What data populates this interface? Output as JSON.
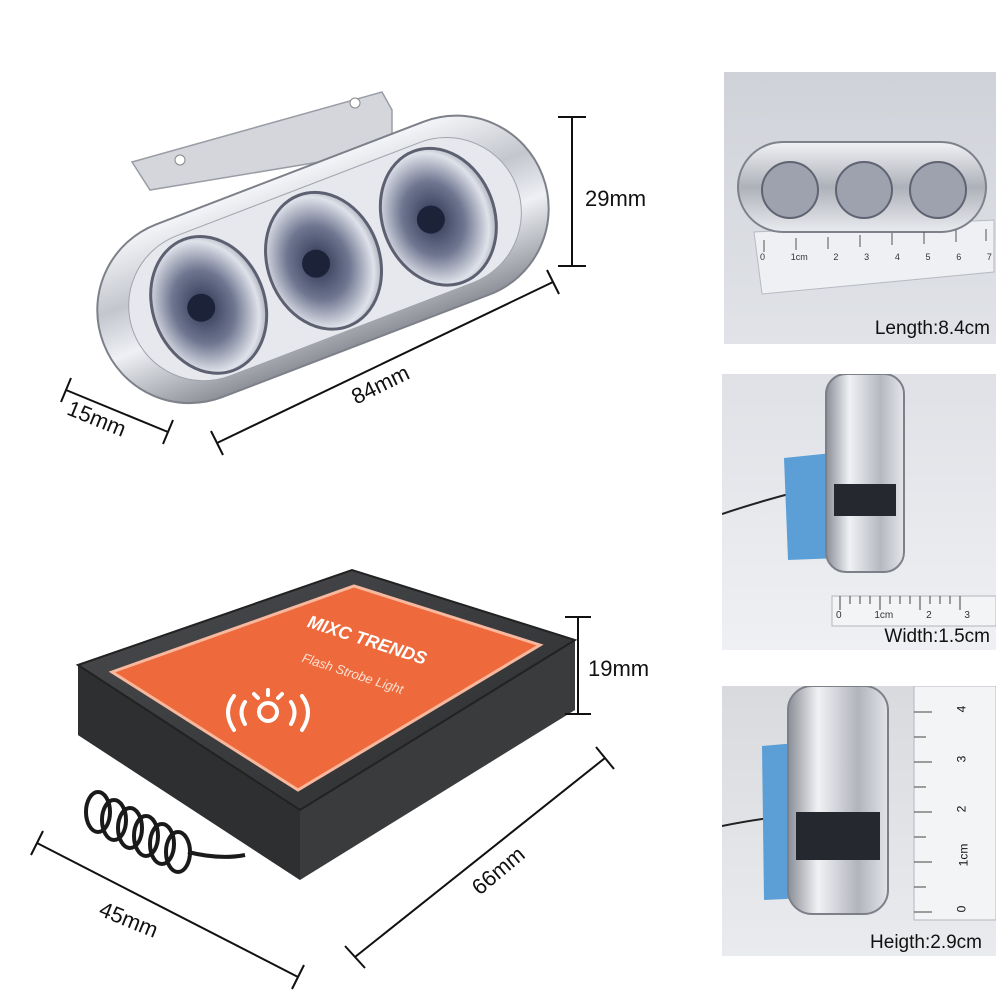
{
  "dimensions": {
    "light_height": "29mm",
    "light_length": "84mm",
    "light_depth": "15mm",
    "box_height": "19mm",
    "box_length": "66mm",
    "box_width": "45mm"
  },
  "box_label": {
    "brand": "MIXC TRENDS",
    "subtitle": "Flash Strobe Light"
  },
  "photos": {
    "length_caption": "Length:8.4cm",
    "width_caption": "Width:1.5cm",
    "height_caption": "Heigth:2.9cm"
  },
  "ruler_marks": {
    "length": [
      "0",
      "1cm",
      "2",
      "3",
      "4",
      "5",
      "6",
      "7"
    ],
    "width": [
      "0",
      "1cm",
      "2",
      "3"
    ],
    "height": [
      "0",
      "1cm",
      "2",
      "3",
      "4"
    ]
  },
  "colors": {
    "box_label": "#ee6a3c",
    "box_body": "#3a3b3d",
    "chrome": "#c7c9cf"
  }
}
